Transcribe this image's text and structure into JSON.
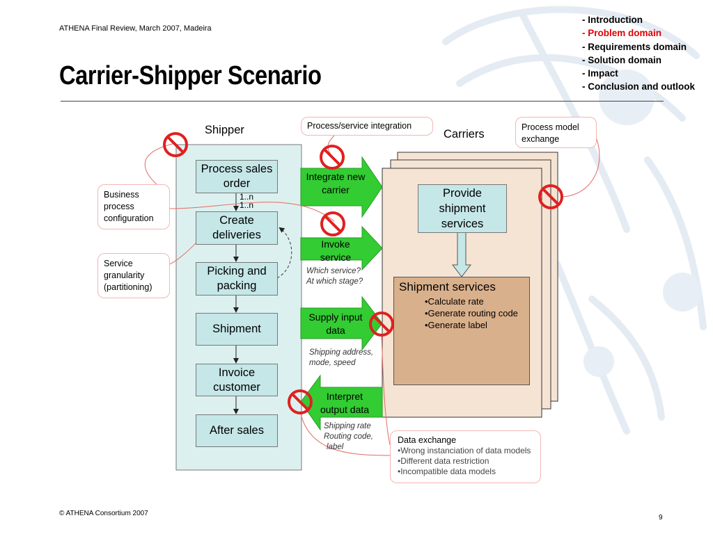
{
  "header": {
    "event": "ATHENA Final Review, March 2007, Madeira",
    "title": "Carrier-Shipper Scenario"
  },
  "toc": [
    {
      "label": "- Introduction",
      "active": false
    },
    {
      "label": "- Problem domain",
      "active": true
    },
    {
      "label": "- Requirements domain",
      "active": false
    },
    {
      "label": "- Solution domain",
      "active": false
    },
    {
      "label": "- Impact",
      "active": false
    },
    {
      "label": "- Conclusion and outlook",
      "active": false
    }
  ],
  "colors": {
    "active_toc": "#e00000",
    "process_box": "#c5e7e8",
    "shipper_panel": "#ddf0f0",
    "carrier_panel": "#f5e4d4",
    "service_box": "#d9b08c",
    "green_arrow": "#33cc33",
    "callout_border": "#f2b6b3",
    "prohibit_red": "#e02020"
  },
  "diagram": {
    "shipper_label": "Shipper",
    "carriers_label": "Carriers",
    "shipper_steps": [
      "Process sales order",
      "Create deliveries",
      "Picking and packing",
      "Shipment",
      "Invoice customer",
      "After sales"
    ],
    "multiplicity": [
      "1..n",
      "1..n"
    ],
    "provide_box": "Provide shipment services",
    "services": {
      "title": "Shipment services",
      "items": [
        "•Calculate rate",
        "•Generate routing code",
        "•Generate label"
      ]
    },
    "arrows": {
      "integrate": "Integrate new carrier",
      "invoke": "Invoke service",
      "supply": "Supply input data",
      "interpret": "Interpret output data"
    },
    "notes": {
      "which_service": [
        "Which service?",
        "At which stage?"
      ],
      "shipping_address": [
        "Shipping address,",
        "mode, speed"
      ],
      "shipping_rate": [
        "Shipping rate",
        "Routing code,",
        "label"
      ]
    },
    "callouts": {
      "process_integration": "Process/service integration",
      "process_model": "Process model exchange",
      "business_process": "Business process configuration",
      "service_granularity": "Service granularity (partitioning)",
      "data_exchange": {
        "title": "Data exchange",
        "items": [
          "•Wrong instanciation of data models",
          "•Different data restriction",
          "•Incompatible data models"
        ]
      }
    }
  },
  "footer": {
    "copyright": "© ATHENA Consortium 2007",
    "page": "9"
  }
}
